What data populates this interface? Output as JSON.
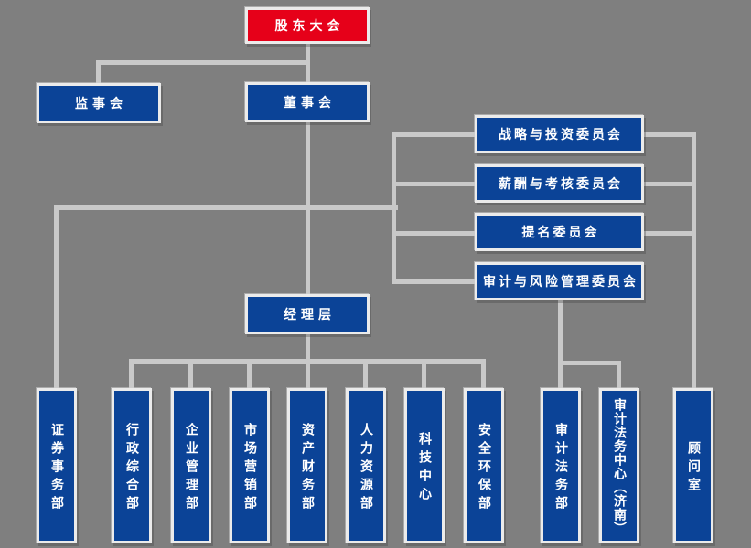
{
  "diagram": {
    "type": "org-chart",
    "root": {
      "label": "股东大会"
    },
    "supervisory_board": {
      "label": "监事会"
    },
    "board_of_directors": {
      "label": "董事会"
    },
    "committees": [
      {
        "label": "战略与投资委员会"
      },
      {
        "label": "薪酬与考核委员会"
      },
      {
        "label": "提名委员会"
      },
      {
        "label": "审计与风险管理委员会"
      }
    ],
    "management": {
      "label": "经理层"
    },
    "departments": [
      {
        "label": "证券事务部"
      },
      {
        "label": "行政综合部"
      },
      {
        "label": "企业管理部"
      },
      {
        "label": "市场营销部"
      },
      {
        "label": "资产财务部"
      },
      {
        "label": "人力资源部"
      },
      {
        "label": "科技中心"
      },
      {
        "label": "安全环保部"
      },
      {
        "label": "审计法务部"
      },
      {
        "label": "审计法务中心（济南）"
      },
      {
        "label": "顾问室"
      }
    ],
    "colors": {
      "background": "#7f7f7f",
      "node_blue": "#0b4397",
      "root_red": "#e60019",
      "connector": "#c9c9c9",
      "text": "#ffffff"
    }
  }
}
